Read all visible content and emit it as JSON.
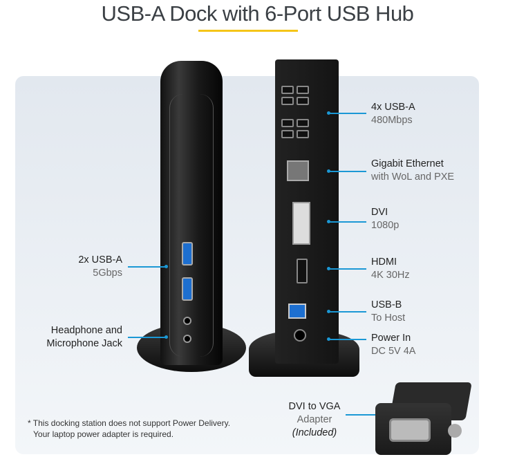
{
  "title": "USB-A Dock with 6-Port USB Hub",
  "accent_color": "#1b98d5",
  "underline_color": "#f5c518",
  "left_labels": [
    {
      "title": "2x USB-A",
      "sub": "5Gbps"
    },
    {
      "title": "Headphone and",
      "sub": "Microphone Jack"
    }
  ],
  "right_labels": [
    {
      "title": "4x USB-A",
      "sub": "480Mbps"
    },
    {
      "title": "Gigabit Ethernet",
      "sub": "with WoL and PXE"
    },
    {
      "title": "DVI",
      "sub": "1080p"
    },
    {
      "title": "HDMI",
      "sub": "4K 30Hz"
    },
    {
      "title": "USB-B",
      "sub": "To Host"
    },
    {
      "title": "Power In",
      "sub": "DC 5V 4A"
    }
  ],
  "adapter": {
    "title": "DVI to VGA",
    "sub": "Adapter",
    "note": "(Included)"
  },
  "footnote": {
    "line1": "* This docking station does not support Power Delivery.",
    "line2": "Your laptop power adapter is required."
  }
}
